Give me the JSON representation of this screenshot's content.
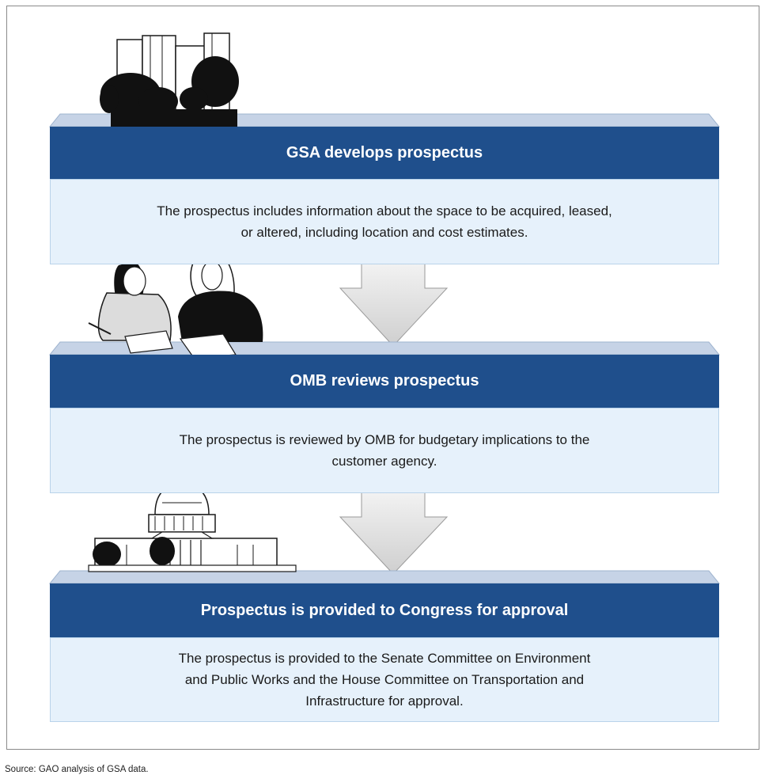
{
  "steps": [
    {
      "title": "GSA develops prospectus",
      "text": "The prospectus includes information about the space to be acquired, leased,\nor altered, including location and cost estimates.",
      "illustration_icon": "buildings-trees-icon"
    },
    {
      "title": "OMB reviews prospectus",
      "text": "The prospectus is reviewed by OMB for budgetary implications to the\ncustomer agency.",
      "illustration_icon": "people-reviewing-icon"
    },
    {
      "title": "Prospectus is provided to Congress for approval",
      "text": "The prospectus is provided to the Senate Committee on Environment\nand Public Works and the House Committee on Transportation and\nInfrastructure for approval.",
      "illustration_icon": "capitol-building-icon"
    }
  ],
  "source": "Source: GAO analysis of GSA data.",
  "colors": {
    "header": "#1f4f8c",
    "bevel_top": "#c6d3e6",
    "body": "#e6f1fb",
    "arrow": "#e2e2e2"
  }
}
